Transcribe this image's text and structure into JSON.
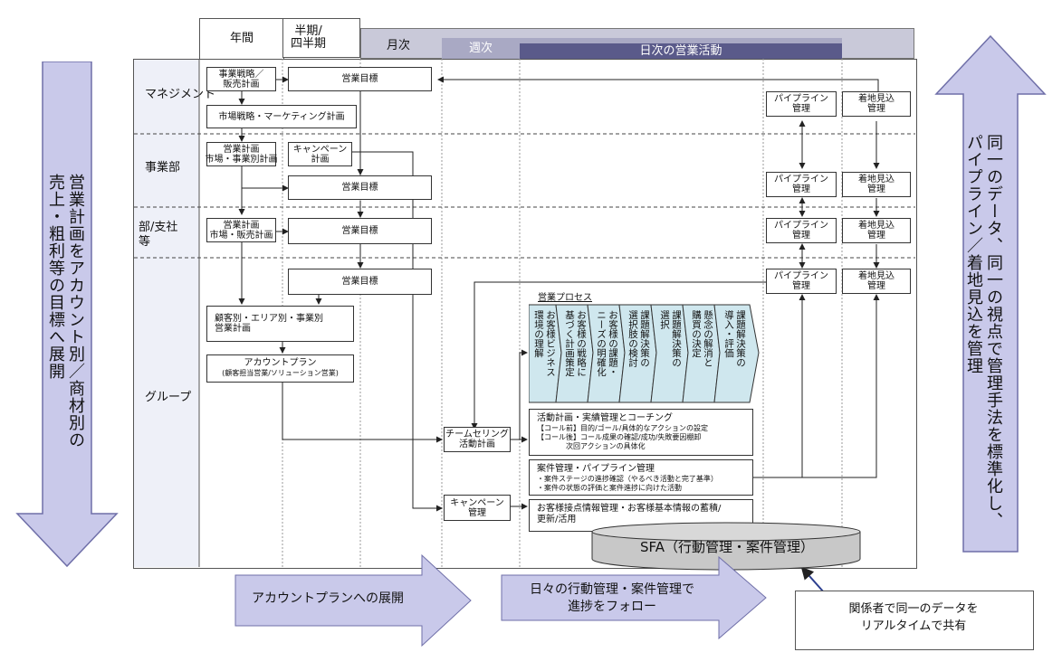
{
  "header": {
    "col_annual": "年間",
    "col_half_quarter": "半期/\n四半期",
    "col_monthly": "月次",
    "col_weekly": "週次",
    "col_daily": "日次の営業活動"
  },
  "rows": {
    "management": "マネジメント",
    "division": "事業部",
    "department": "部/支社\n等",
    "group": "グループ"
  },
  "left_arrow_text": "営業計画をアカウント別／商材別の\n売上・粗利等の目標へ展開",
  "right_arrow_text": "同一のデータ、同一の視点で管理手法を標準化し、\nパイプライン／着地見込を管理",
  "boxes": {
    "biz_strategy": "事業戦略／\n販売計画",
    "market_strategy": "市場戦略・マーケティング計画",
    "sales_target_mgmt": "営業目標",
    "sales_plan_div": "営業計画\n市場・事業別計画",
    "campaign_plan": "キャンペーン\n計画",
    "sales_target_div": "営業目標",
    "sales_plan_dept": "営業計画\n市場・販売計画",
    "sales_target_dept": "営業目標",
    "sales_target_group": "営業目標",
    "customer_plan": "顧客別・エリア別・事業別\n営業計画",
    "account_plan_title": "アカウントプラン",
    "account_plan_sub": "(顧客担当営業/ソリューション営業)",
    "team_selling": "チームセリング\n活動計画",
    "campaign_mgmt": "キャンペーン\n管理",
    "pipeline": "パイプライン\n管理",
    "landing": "着地見込\n管理"
  },
  "sales_process": {
    "title": "営業プロセス",
    "steps": [
      "お客様ビジネス\n環境の理解",
      "お客様の戦略に\n基づく計画策定",
      "お客様の課題・\nニーズの明確化",
      "課題解決策の\n選択肢の検討",
      "課題解決策の\n選択",
      "懸念の解消と\n購買の決定",
      "課題解決策の\n導入・評価"
    ]
  },
  "activity": {
    "title": "活動計画・実績管理とコーチング",
    "lines": [
      "【コール前】目的/ゴール/具体的なアクションの設定",
      "【コール後】コール成果の確認/成功/失敗要因棚卸",
      "　　　　次回アクションの具体化"
    ]
  },
  "case_mgmt": {
    "title": "案件管理・パイプライン管理",
    "lines": [
      "・案件ステージの進捗確認（やるべき活動と完了基準）",
      "・案件の状態の評価と案件進捗に向けた活動"
    ]
  },
  "customer_info": {
    "title": "お客様接点情報管理・お客様基本情報の蓄積/\n更新/活用"
  },
  "sfa": "SFA（行動管理・案件管理）",
  "bottom": {
    "account_plan_arrow": "アカウントプランへの展開",
    "daily_arrow": "日々の行動管理・案件管理で\n進捗をフォロー",
    "realtime_box": "関係者で同一のデータを\nリアルタイムで共有"
  },
  "colors": {
    "arrow_fill": "#c9c9ea",
    "arrow_border": "#6f6fa8",
    "process_fill": "#cfe7ee",
    "daily_header": "#5a5a8a",
    "month_header": "#c9c9d9",
    "week_header": "#a9a9c4",
    "row_label_bg": "#eef0f8",
    "sfa_fill": "#c8c8c8"
  }
}
